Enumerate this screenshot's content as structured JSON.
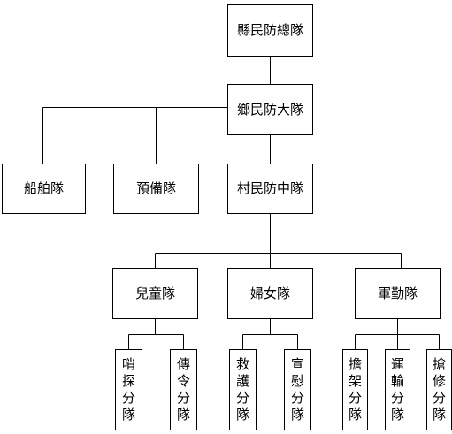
{
  "nodes": {
    "county": "縣民防總隊",
    "township": "鄉民防大隊",
    "ship": "船舶隊",
    "reserve": "預備隊",
    "village": "村民防中隊",
    "youth": "兒童隊",
    "women": "婦女隊",
    "logistics": "軍勤隊",
    "sentry": "哨探分隊",
    "messenger": "傳令分隊",
    "rescue": "救護分隊",
    "comfort": "宣慰分隊",
    "stretcher": "擔架分隊",
    "transport": "運輸分隊",
    "repair": "搶修分隊"
  }
}
